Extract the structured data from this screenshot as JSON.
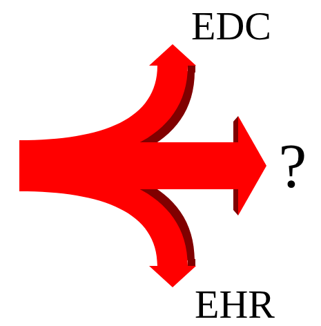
{
  "diagram": {
    "labels": [
      "EDC",
      "?",
      "EHR"
    ]
  }
}
